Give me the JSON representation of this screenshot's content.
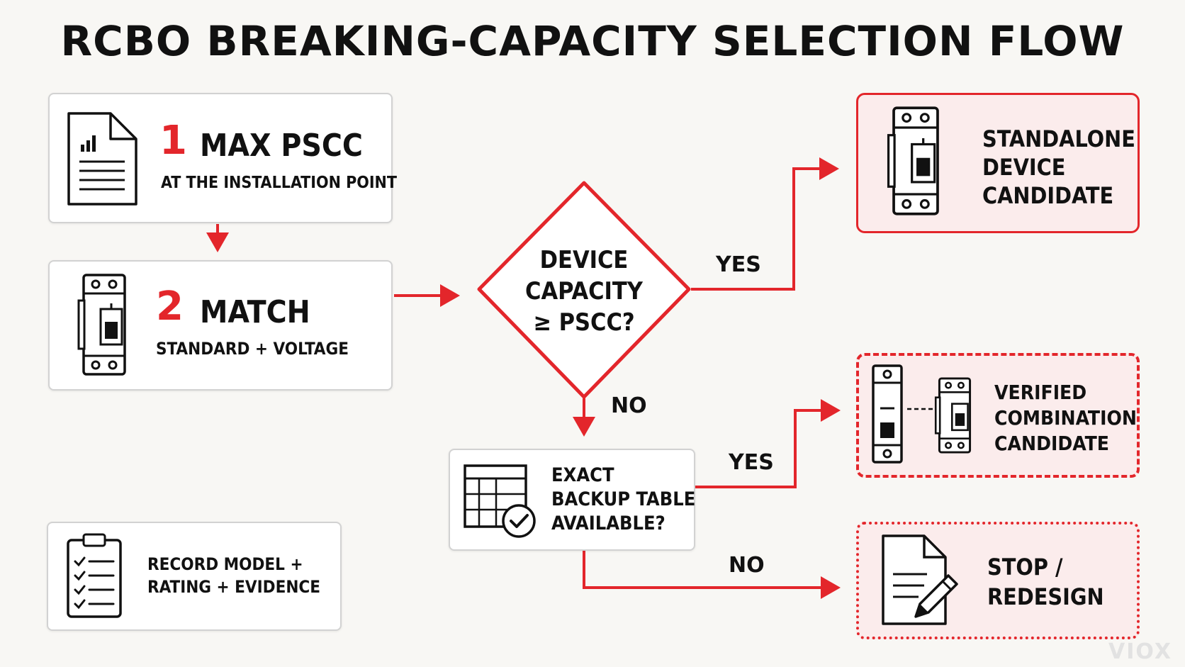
{
  "title": "RCBO BREAKING-CAPACITY SELECTION FLOW",
  "steps": {
    "step1": {
      "number": "1",
      "title": "MAX PSCC",
      "subtitle": "AT THE INSTALLATION POINT"
    },
    "step2": {
      "number": "2",
      "title": "MATCH",
      "subtitle": "STANDARD + VOLTAGE"
    }
  },
  "decision": {
    "lines": [
      "DEVICE",
      "CAPACITY",
      "≥ PSCC?"
    ]
  },
  "backup": {
    "lines": [
      "EXACT",
      "BACKUP TABLE",
      "AVAILABLE?"
    ]
  },
  "outcomes": {
    "standalone": {
      "lines": [
        "STANDALONE",
        "DEVICE",
        "CANDIDATE"
      ]
    },
    "combination": {
      "lines": [
        "VERIFIED",
        "COMBINATION",
        "CANDIDATE"
      ]
    },
    "redesign": {
      "lines": [
        "STOP /",
        "REDESIGN"
      ]
    }
  },
  "record": {
    "lines": [
      "RECORD MODEL +",
      "RATING + EVIDENCE"
    ]
  },
  "labels": {
    "decision_yes": "YES",
    "decision_no": "NO",
    "backup_yes": "YES",
    "backup_no": "NO"
  },
  "watermark": "VIOX",
  "colors": {
    "accent": "#e3262b",
    "outcome_fill": "#fbecec",
    "card_border": "#d2d2d2"
  },
  "icons": [
    "document-chart-icon",
    "breaker-icon",
    "table-check-icon",
    "checklist-icon",
    "pencil-document-icon"
  ]
}
